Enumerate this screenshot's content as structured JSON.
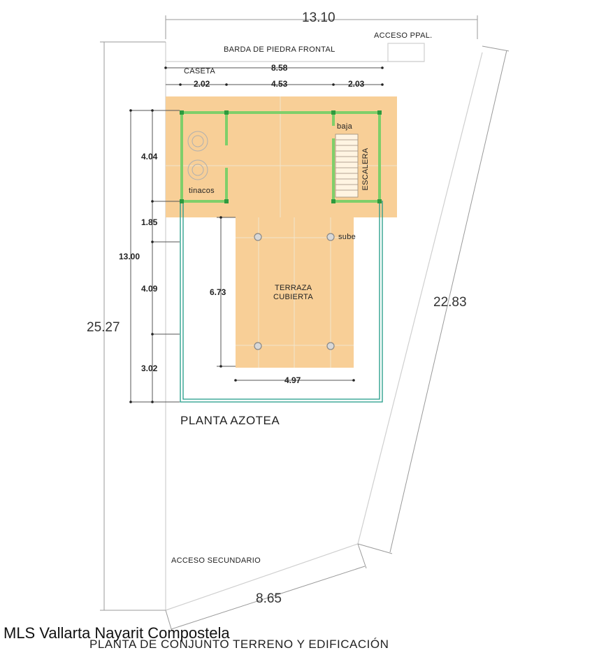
{
  "labels": {
    "width_top": "13.10",
    "main_access": "ACCESO PPAL.",
    "front_wall": "BARDA DE PIEDRA FRONTAL",
    "caseta": "CASETA",
    "dim_858": "8.58",
    "dim_202": "2.02",
    "dim_453": "4.53",
    "dim_203": "2.03",
    "baja": "baja",
    "escalera": "ESCALERA",
    "tinacos": "tinacos",
    "dim_404": "4.04",
    "dim_185": "1.85",
    "dim_1300": "13.00",
    "sube": "sube",
    "dim_409": "4.09",
    "dim_673": "6.73",
    "terraza_line1": "TERRAZA",
    "terraza_line2": "CUBIERTA",
    "dim_302": "3.02",
    "dim_497": "4.97",
    "dim_2527": "25.27",
    "dim_2283": "22.83",
    "plan_title": "PLANTA AZOTEA",
    "secondary_access": "ACCESO SECUNDARIO",
    "dim_865": "8.65",
    "watermark": "MLS Vallarta Nayarit Compostela",
    "bottom_title": "PLANTA DE CONJUNTO TERRENO Y EDIFICACIÓN"
  },
  "colors": {
    "floor_fill": "#f8cf97",
    "wall_green": "#7fcf6a",
    "outline_teal": "#1f9a86",
    "dim_line": "#444444",
    "lot_line": "#cfcfcf"
  }
}
